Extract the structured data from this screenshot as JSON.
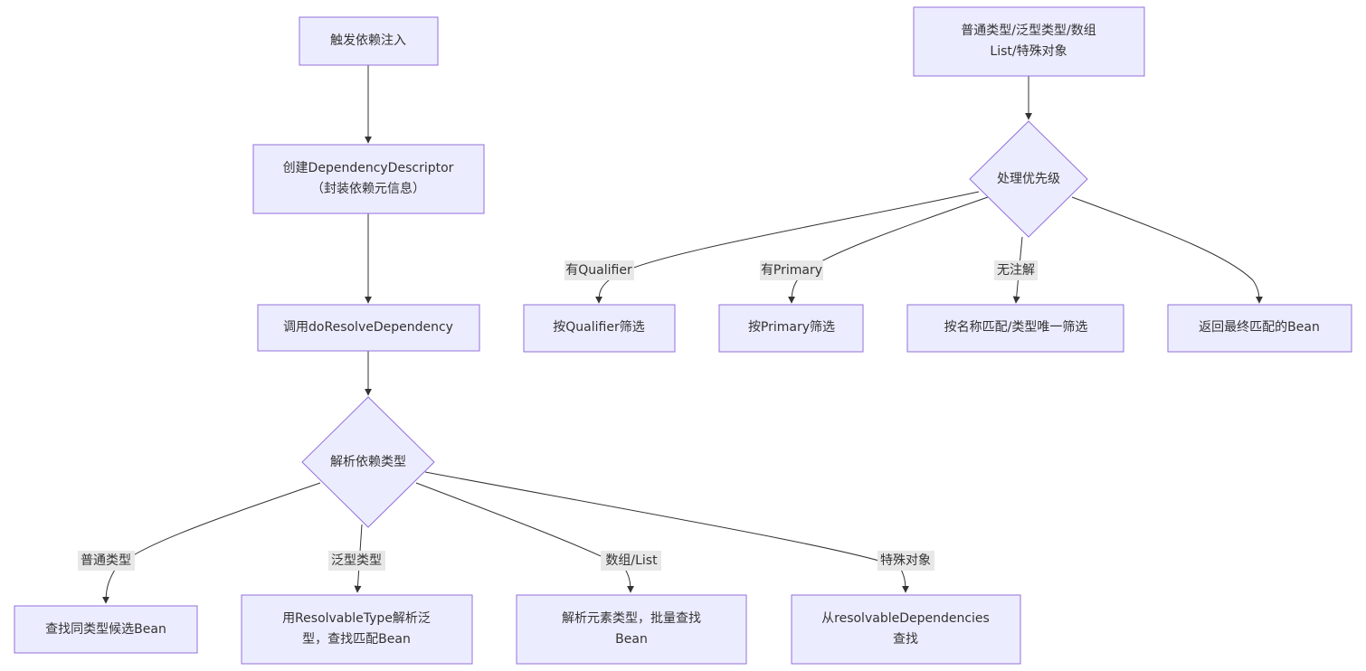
{
  "colors": {
    "node_fill": "#ececff",
    "node_stroke": "#9370db",
    "edge": "#333333",
    "edge_label_bg": "#e8e8e8",
    "text": "#333333"
  },
  "nodes": {
    "trigger": [
      "触发依赖注入"
    ],
    "create_descriptor": [
      "创建DependencyDescriptor",
      "（封装依赖元信息）"
    ],
    "call_resolve": [
      "调用doResolveDependency"
    ],
    "parse_type": [
      "解析依赖类型"
    ],
    "find_same_type": [
      "查找同类型候选Bean"
    ],
    "resolvable_type": [
      "用ResolvableType解析泛",
      "型，查找匹配Bean"
    ],
    "array_list": [
      "解析元素类型，批量查找",
      "Bean"
    ],
    "special_obj": [
      "从resolvableDependencies",
      "查找"
    ],
    "merged_input": [
      "普通类型/泛型类型/数组",
      "List/特殊对象"
    ],
    "priority": [
      "处理优先级"
    ],
    "by_qualifier": [
      "按Qualifier筛选"
    ],
    "by_primary": [
      "按Primary筛选"
    ],
    "by_name": [
      "按名称匹配/类型唯一筛选"
    ],
    "return_bean": [
      "返回最终匹配的Bean"
    ]
  },
  "edge_labels": {
    "normal_type": "普通类型",
    "generic_type": "泛型类型",
    "array_list": "数组/List",
    "special_obj": "特殊对象",
    "has_qualifier": "有Qualifier",
    "has_primary": "有Primary",
    "no_annotation": "无注解"
  }
}
